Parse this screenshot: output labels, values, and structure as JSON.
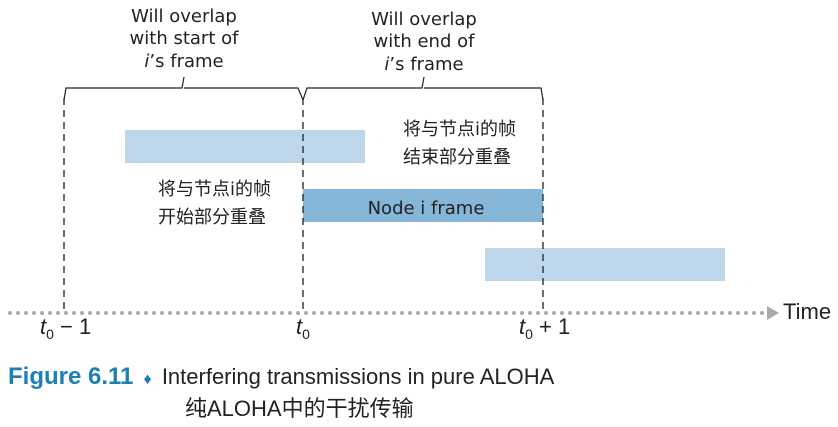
{
  "annotations": {
    "left": [
      "Will overlap",
      "with start of",
      "i",
      "’s frame"
    ],
    "right": [
      "Will overlap",
      "with end of",
      "i",
      "’s frame"
    ],
    "left_cn": [
      "将与节点i的帧",
      "开始部分重叠"
    ],
    "right_cn": [
      "将与节点i的帧",
      "结束部分重叠"
    ]
  },
  "frames": {
    "node_label": "Node i frame",
    "colors": {
      "node": "#85b6d8",
      "interfering": "#bdd6ea"
    }
  },
  "axis": {
    "label": "Time",
    "ticks": [
      {
        "base": "t",
        "sub": "0",
        "suffix": " − 1"
      },
      {
        "base": "t",
        "sub": "0",
        "suffix": ""
      },
      {
        "base": "t",
        "sub": "0",
        "suffix": " + 1"
      }
    ]
  },
  "caption": {
    "figure": "Figure 6.11",
    "bullet": "♦",
    "text": "Interfering transmissions in pure ALOHA",
    "text_cn": "纯ALOHA中的干扰传输",
    "color": "#1e7fb5"
  }
}
